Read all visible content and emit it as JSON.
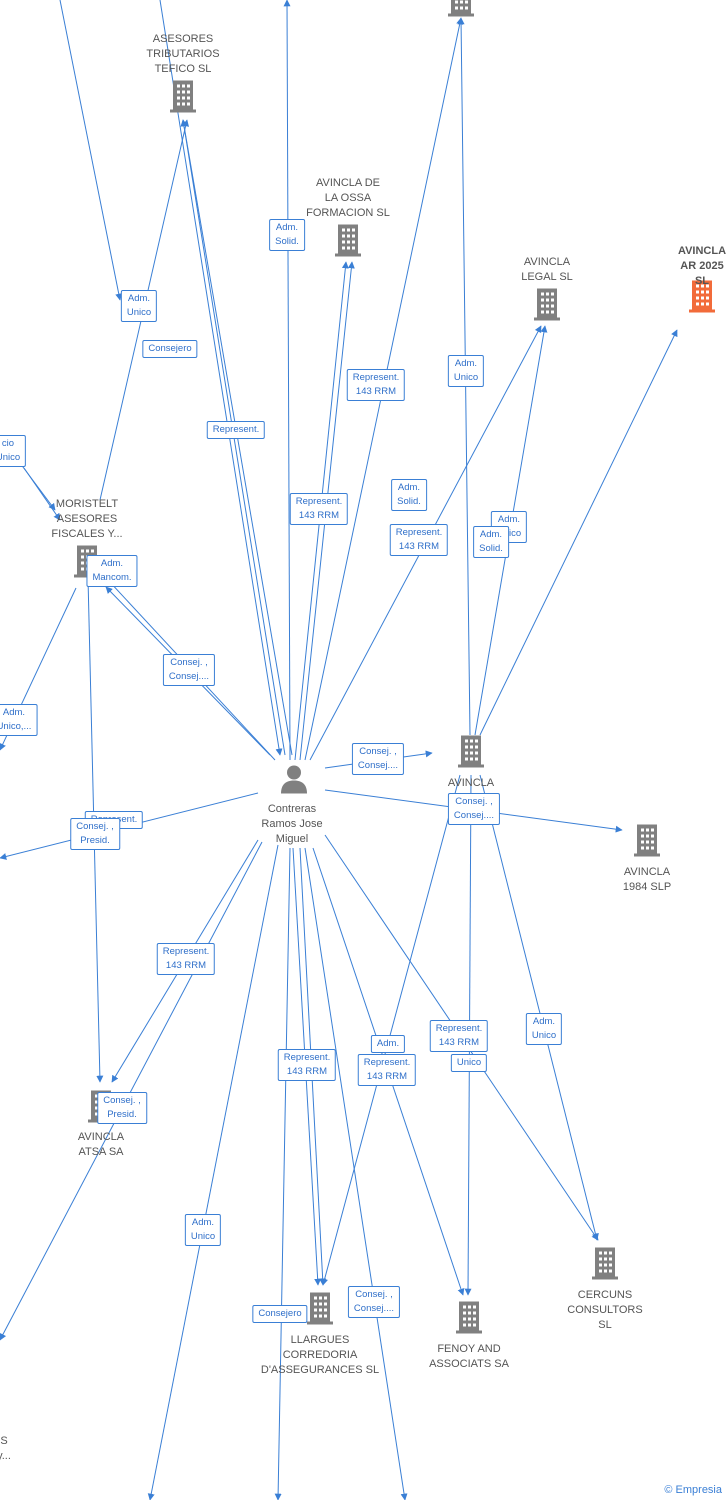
{
  "center": {
    "label": "Contreras\nRamos Jose\nMiguel"
  },
  "companies": [
    {
      "id": "asesores_trib",
      "label": "ASESORES\nTRIBUTARIOS\nTEFICO  SL",
      "highlight": false
    },
    {
      "id": "avincla_ossa",
      "label": "AVINCLA DE\nLA OSSA\nFORMACION  SL",
      "highlight": false
    },
    {
      "id": "avincla_legal",
      "label": "AVINCLA\nLEGAL  SL",
      "highlight": false
    },
    {
      "id": "avincla_ar",
      "label": "AVINCLA\nAR 2025  SL",
      "highlight": true
    },
    {
      "id": "moristelt",
      "label": "MORISTELT\nASESORES\nFISCALES Y...",
      "highlight": false
    },
    {
      "id": "avincla_co",
      "label": "AVINCLA\nCO...ES",
      "highlight": false
    },
    {
      "id": "avincla_1984",
      "label": "AVINCLA\n1984  SLP",
      "highlight": false
    },
    {
      "id": "avincla_atsa",
      "label": "AVINCLA\nATSA SA",
      "highlight": false
    },
    {
      "id": "llargues",
      "label": "LLARGUES\nCORREDORIA\nD'ASSEGURANCES SL",
      "highlight": false
    },
    {
      "id": "fenoy",
      "label": "FENOY AND\nASSOCIATS SA",
      "highlight": false
    },
    {
      "id": "cercuns",
      "label": "CERCUNS\nCONSULTORS\nSL",
      "highlight": false
    },
    {
      "id": "top_bld",
      "label": "",
      "highlight": false
    },
    {
      "id": "bottom_left",
      "label": "S\ny...",
      "highlight": false
    }
  ],
  "edge_labels": [
    "Adm.\nUnico",
    "Consejero",
    "Adm.\nSolid.",
    "Represent.",
    "Represent.\n143 RRM",
    "Represent.\n143 RRM",
    "Adm.\nUnico",
    "Adm.\nSolid.",
    "Represent.\n143 RRM",
    "Adm.\nUnico",
    "Adm.\nSolid.",
    "Adm.\nMancom.",
    "Consej. ,\nConsej....",
    "Consej. ,\nConsej....",
    "Consej. ,\nConsej....",
    "Represent.",
    "Consej. ,\nPresid.",
    "Represent.\n143 RRM",
    "Consej. ,\nPresid.",
    "Represent.\n143 RRM",
    "Adm.",
    "Represent.\n143 RRM",
    "Represent.\n143 RRM",
    "Unico",
    "Adm.\nUnico",
    "Adm.\nUnico",
    "Consejero",
    "Consej. ,\nConsej....",
    "cio\nUnico",
    "Adm.\nUnico,..."
  ],
  "copyright": "© Empresia",
  "colors": {
    "edge": "#3a7fd5",
    "building": "#808080",
    "highlight": "#f26b3a",
    "person": "#808080"
  }
}
